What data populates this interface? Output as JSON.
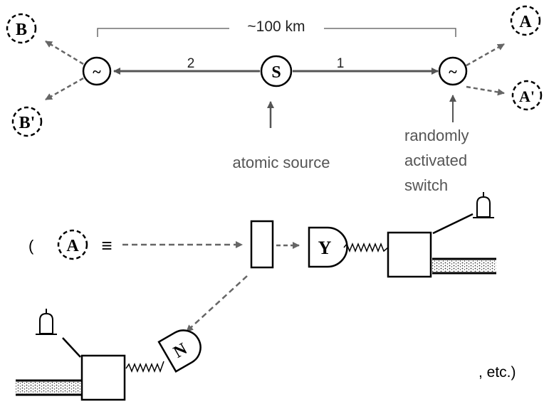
{
  "distance": {
    "label": "~100 km"
  },
  "source": {
    "symbol": "S",
    "label": "atomic source"
  },
  "switch": {
    "symbol": "~",
    "label_lines": [
      "randomly",
      "activated",
      "switch"
    ]
  },
  "channels": {
    "left": "2",
    "right": "1"
  },
  "detectors": {
    "a": "A",
    "a_prime": "A'",
    "b": "B",
    "b_prime": "B'"
  },
  "inset": {
    "open_paren": "(",
    "equiv": "≡",
    "node": "A",
    "detector_yes": "Y",
    "detector_no": "N",
    "closing": ", etc.)"
  },
  "colors": {
    "ink": "#000000",
    "dashed_arrow": "#666666",
    "label_gray": "#555555"
  }
}
